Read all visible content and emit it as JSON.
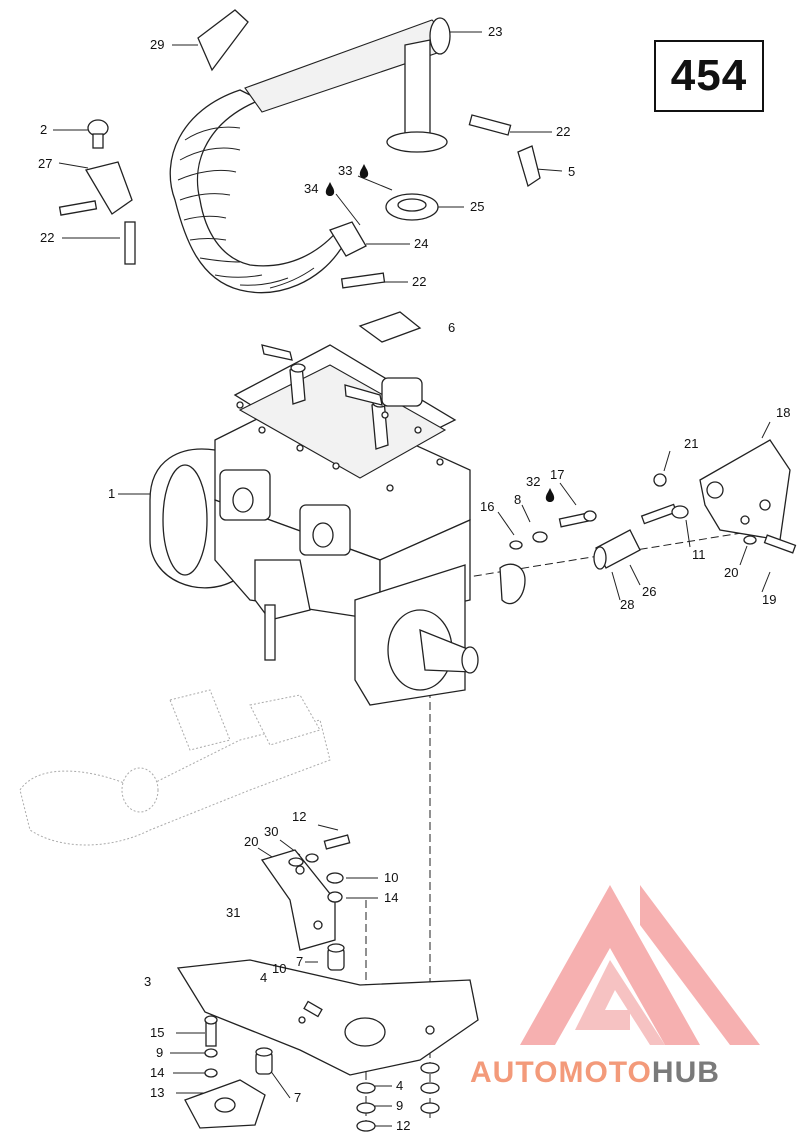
{
  "page_number": "454",
  "callouts": [
    {
      "id": "c29",
      "text": "29"
    },
    {
      "id": "c23",
      "text": "23"
    },
    {
      "id": "c2",
      "text": "2"
    },
    {
      "id": "c27",
      "text": "27"
    },
    {
      "id": "c22a",
      "text": "22"
    },
    {
      "id": "c22b",
      "text": "22"
    },
    {
      "id": "c5",
      "text": "5"
    },
    {
      "id": "c33",
      "text": "33"
    },
    {
      "id": "c34",
      "text": "34"
    },
    {
      "id": "c25",
      "text": "25"
    },
    {
      "id": "c24",
      "text": "24"
    },
    {
      "id": "c22c",
      "text": "22"
    },
    {
      "id": "c6",
      "text": "6"
    },
    {
      "id": "c18",
      "text": "18"
    },
    {
      "id": "c21",
      "text": "21"
    },
    {
      "id": "c17",
      "text": "17"
    },
    {
      "id": "c32",
      "text": "32"
    },
    {
      "id": "c8",
      "text": "8"
    },
    {
      "id": "c16",
      "text": "16"
    },
    {
      "id": "c1",
      "text": "1"
    },
    {
      "id": "c11",
      "text": "11"
    },
    {
      "id": "c20a",
      "text": "20"
    },
    {
      "id": "c26",
      "text": "26"
    },
    {
      "id": "c28",
      "text": "28"
    },
    {
      "id": "c19",
      "text": "19"
    },
    {
      "id": "c12a",
      "text": "12"
    },
    {
      "id": "c30",
      "text": "30"
    },
    {
      "id": "c20b",
      "text": "20"
    },
    {
      "id": "c10a",
      "text": "10"
    },
    {
      "id": "c14a",
      "text": "14"
    },
    {
      "id": "c31",
      "text": "31"
    },
    {
      "id": "c7a",
      "text": "7"
    },
    {
      "id": "c10b",
      "text": "10"
    },
    {
      "id": "c3",
      "text": "3"
    },
    {
      "id": "c4a",
      "text": "4"
    },
    {
      "id": "c15",
      "text": "15"
    },
    {
      "id": "c9a",
      "text": "9"
    },
    {
      "id": "c14b",
      "text": "14"
    },
    {
      "id": "c13",
      "text": "13"
    },
    {
      "id": "c7b",
      "text": "7"
    },
    {
      "id": "c4b",
      "text": "4"
    },
    {
      "id": "c9b",
      "text": "9"
    },
    {
      "id": "c12b",
      "text": "12"
    }
  ],
  "watermark": {
    "part1": "AUTOMOTO",
    "part2": "HUB",
    "color_primary": "#f39a7a",
    "color_secondary": "#7a7a7a",
    "logo_color": "#f5a3a3"
  }
}
